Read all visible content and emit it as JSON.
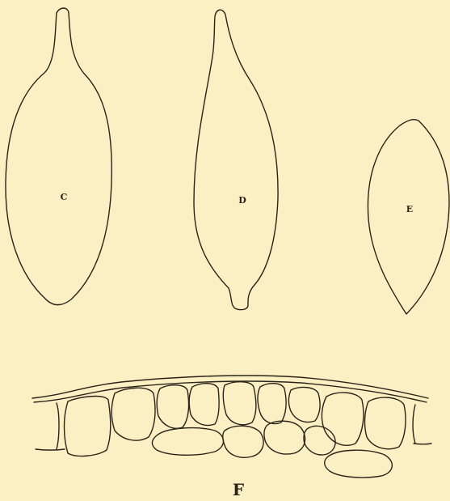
{
  "figures": {
    "c": {
      "label": "C"
    },
    "d": {
      "label": "D"
    },
    "e": {
      "label": "E"
    },
    "f": {
      "label": "F"
    }
  },
  "colors": {
    "background": "#fbefc4",
    "ink": "#2a2418"
  }
}
